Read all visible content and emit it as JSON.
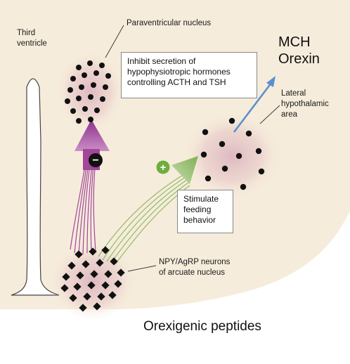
{
  "diagram": {
    "labels": {
      "third_ventricle": [
        "Third",
        "ventricle"
      ],
      "paraventricular": "Paraventricular nucleus",
      "lateral": [
        "Lateral",
        "hypothalamic",
        "area"
      ],
      "npy": [
        "NPY/AgRP neurons",
        "of arcuate nucleus"
      ]
    },
    "boxes": {
      "inhibit": [
        "Inhibit secretion of",
        "hypophysiotropic hormones",
        "controlling ACTH and TSH"
      ],
      "stimulate": [
        "Stimulate",
        "feeding",
        "behavior"
      ]
    },
    "peptides": [
      "MCH",
      "Orexin"
    ],
    "caption": "Orexigenic peptides",
    "signs": {
      "minus": "−",
      "plus": "+"
    },
    "colors": {
      "background": "#f6ecdb",
      "glow": "#d9b0bd",
      "inhibitory_arrow": "#a2469a",
      "excitatory_arrow": "#8fba64",
      "peptide_arrow": "#5b8fcf"
    }
  }
}
